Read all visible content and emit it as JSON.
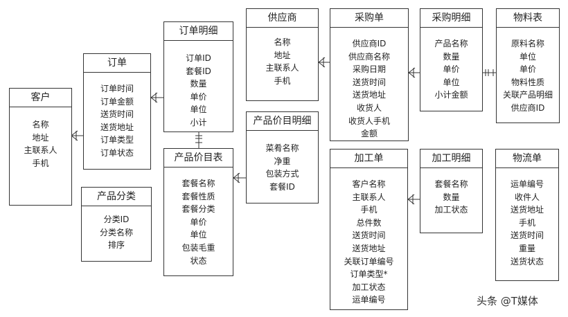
{
  "entities": {
    "customer": {
      "title": "客户",
      "fields": [
        "名称",
        "地址",
        "主联系人",
        "手机"
      ]
    },
    "order": {
      "title": "订单",
      "fields": [
        "订单时间",
        "订单金额",
        "送货时间",
        "送货地址",
        "订单类型",
        "订单状态"
      ]
    },
    "order_detail": {
      "title": "订单明细",
      "fields": [
        "订单ID",
        "套餐ID",
        "数量",
        "单价",
        "单位",
        "小计"
      ]
    },
    "product_category": {
      "title": "产品分类",
      "fields": [
        "分类ID",
        "分类名称",
        "排序"
      ]
    },
    "product_catalog": {
      "title": "产品价目表",
      "fields": [
        "套餐名称",
        "套餐性质",
        "套餐分类",
        "单价",
        "单位",
        "包装毛重",
        "状态"
      ]
    },
    "supplier": {
      "title": "供应商",
      "fields": [
        "名称",
        "地址",
        "主联系人",
        "手机"
      ]
    },
    "catalog_detail": {
      "title": "产品价目明细",
      "fields": [
        "菜肴名称",
        "净重",
        "包装方式",
        "套餐ID"
      ]
    },
    "purchase_order": {
      "title": "采购单",
      "fields": [
        "供应商ID",
        "供应商名称",
        "采购日期",
        "送货时间",
        "送货地址",
        "收货人",
        "收货人手机",
        "金额"
      ]
    },
    "purchase_detail": {
      "title": "采购明细",
      "fields": [
        "产品名称",
        "数量",
        "单价",
        "单位",
        "小计金额"
      ]
    },
    "material": {
      "title": "物料表",
      "fields": [
        "原料名称",
        "单位",
        "单价",
        "物料性质",
        "关联产品明细",
        "供应商ID"
      ]
    },
    "processing_order": {
      "title": "加工单",
      "fields": [
        "客户名称",
        "主联系人",
        "手机",
        "总件数",
        "送货时间",
        "送货地址",
        "关联订单编号",
        "订单类型*",
        "加工状态",
        "运单编号"
      ]
    },
    "processing_detail": {
      "title": "加工明细",
      "fields": [
        "套餐名称",
        "数量",
        "加工状态"
      ]
    },
    "logistics": {
      "title": "物流单",
      "fields": [
        "运单编号",
        "收件人",
        "送货地址",
        "手机",
        "送货时间",
        "重量",
        "送货状态"
      ]
    }
  },
  "watermark": "头条 @T媒体"
}
